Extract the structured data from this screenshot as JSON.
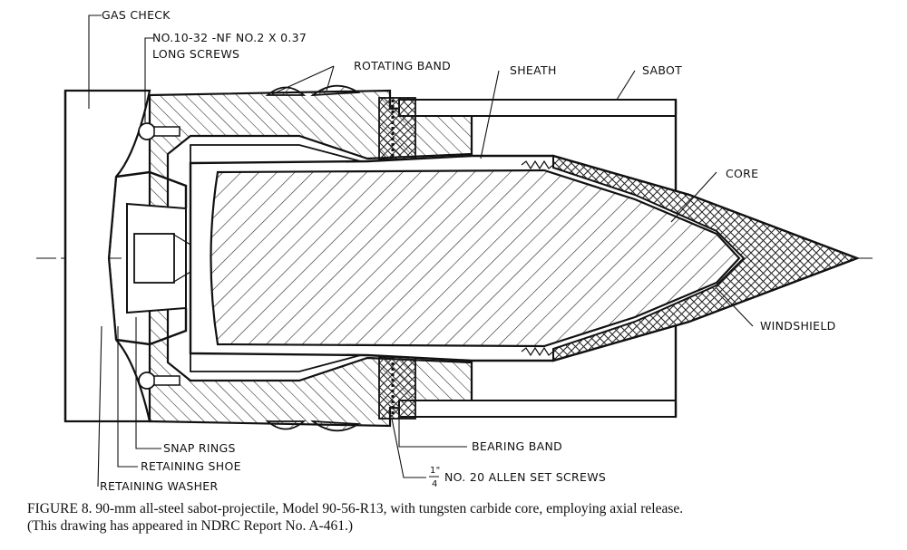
{
  "figure": {
    "labels": {
      "gas_check": "GAS CHECK",
      "screws_line1": "NO.10-32 -NF NO.2 X 0.37",
      "screws_line2": "LONG SCREWS",
      "rotating_band": "ROTATING BAND",
      "sheath": "SHEATH",
      "sabot": "SABOT",
      "core": "CORE",
      "windshield": "WINDSHIELD",
      "snap_rings": "SNAP RINGS",
      "retaining_shoe": "RETAINING SHOE",
      "retaining_washer": "RETAINING WASHER",
      "bearing_band": "BEARING BAND",
      "set_screws_num": "1\"",
      "set_screws_den": "4",
      "set_screws_text": "NO. 20 ALLEN SET SCREWS"
    }
  },
  "caption": {
    "line1": "FIGURE 8.   90-mm all-steel sabot-projectile, Model 90-56-R13, with tungsten carbide core, employing axial release.",
    "line2": "(This drawing has appeared in NDRC Report No. A-461.)"
  }
}
